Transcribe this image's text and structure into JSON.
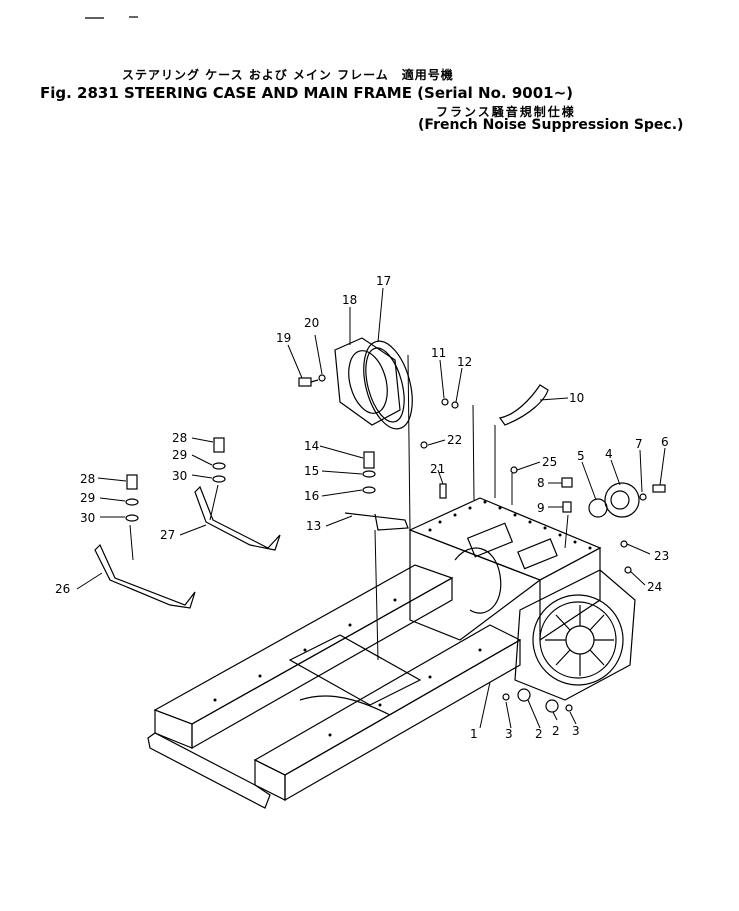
{
  "title": {
    "japanese": "ステアリング ケース および メイン フレーム　適用号機",
    "english": "Fig. 2831 STEERING CASE AND MAIN FRAME (Serial No. 9001~)",
    "subtitle_japanese": "フランス騒音規制仕様",
    "subtitle_english": "(French Noise Suppression Spec.)"
  },
  "callouts": [
    "1",
    "2",
    "3",
    "2",
    "3",
    "4",
    "5",
    "6",
    "7",
    "8",
    "9",
    "10",
    "11",
    "12",
    "13",
    "14",
    "15",
    "16",
    "17",
    "18",
    "19",
    "20",
    "21",
    "22",
    "23",
    "24",
    "25",
    "26",
    "27",
    "28",
    "29",
    "30",
    "28",
    "29",
    "30"
  ]
}
